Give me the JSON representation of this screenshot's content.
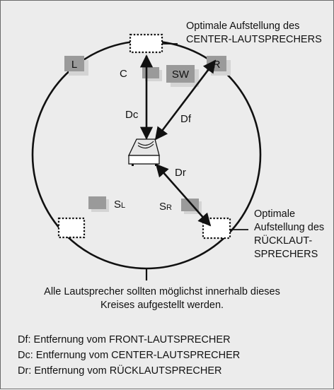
{
  "center_note": {
    "line1": "Optimale Aufstellung des",
    "line2": "CENTER-LAUTSPRECHERS"
  },
  "rear_note": {
    "line1": "Optimale",
    "line2": "Aufstellung des",
    "line3": "RÜCKLAUT-",
    "line4": "SPRECHERS"
  },
  "circle_note": {
    "line1": "Alle Lautsprecher sollten möglichst innerhalb dieses",
    "line2": "Kreises aufgestellt werden."
  },
  "speakers": {
    "left": "L",
    "right": "R",
    "center": "C",
    "subwoofer": "SW",
    "surround_left": {
      "main": "S",
      "sub": "L"
    },
    "surround_right": {
      "main": "S",
      "sub": "R"
    }
  },
  "distances": {
    "center": "Dc",
    "front": "Df",
    "rear": "Dr"
  },
  "legend": [
    "Df: Entfernung vom FRONT-LAUTSPRECHER",
    "Dc: Entfernung vom CENTER-LAUTSPRECHER",
    "Dr: Entfernung vom RÜCKLAUTSPRECHER"
  ],
  "colors": {
    "background": "#ececec",
    "speaker_box": "#9a9a9a",
    "speaker_shadow": "#d4d4d4",
    "line": "#111111"
  }
}
